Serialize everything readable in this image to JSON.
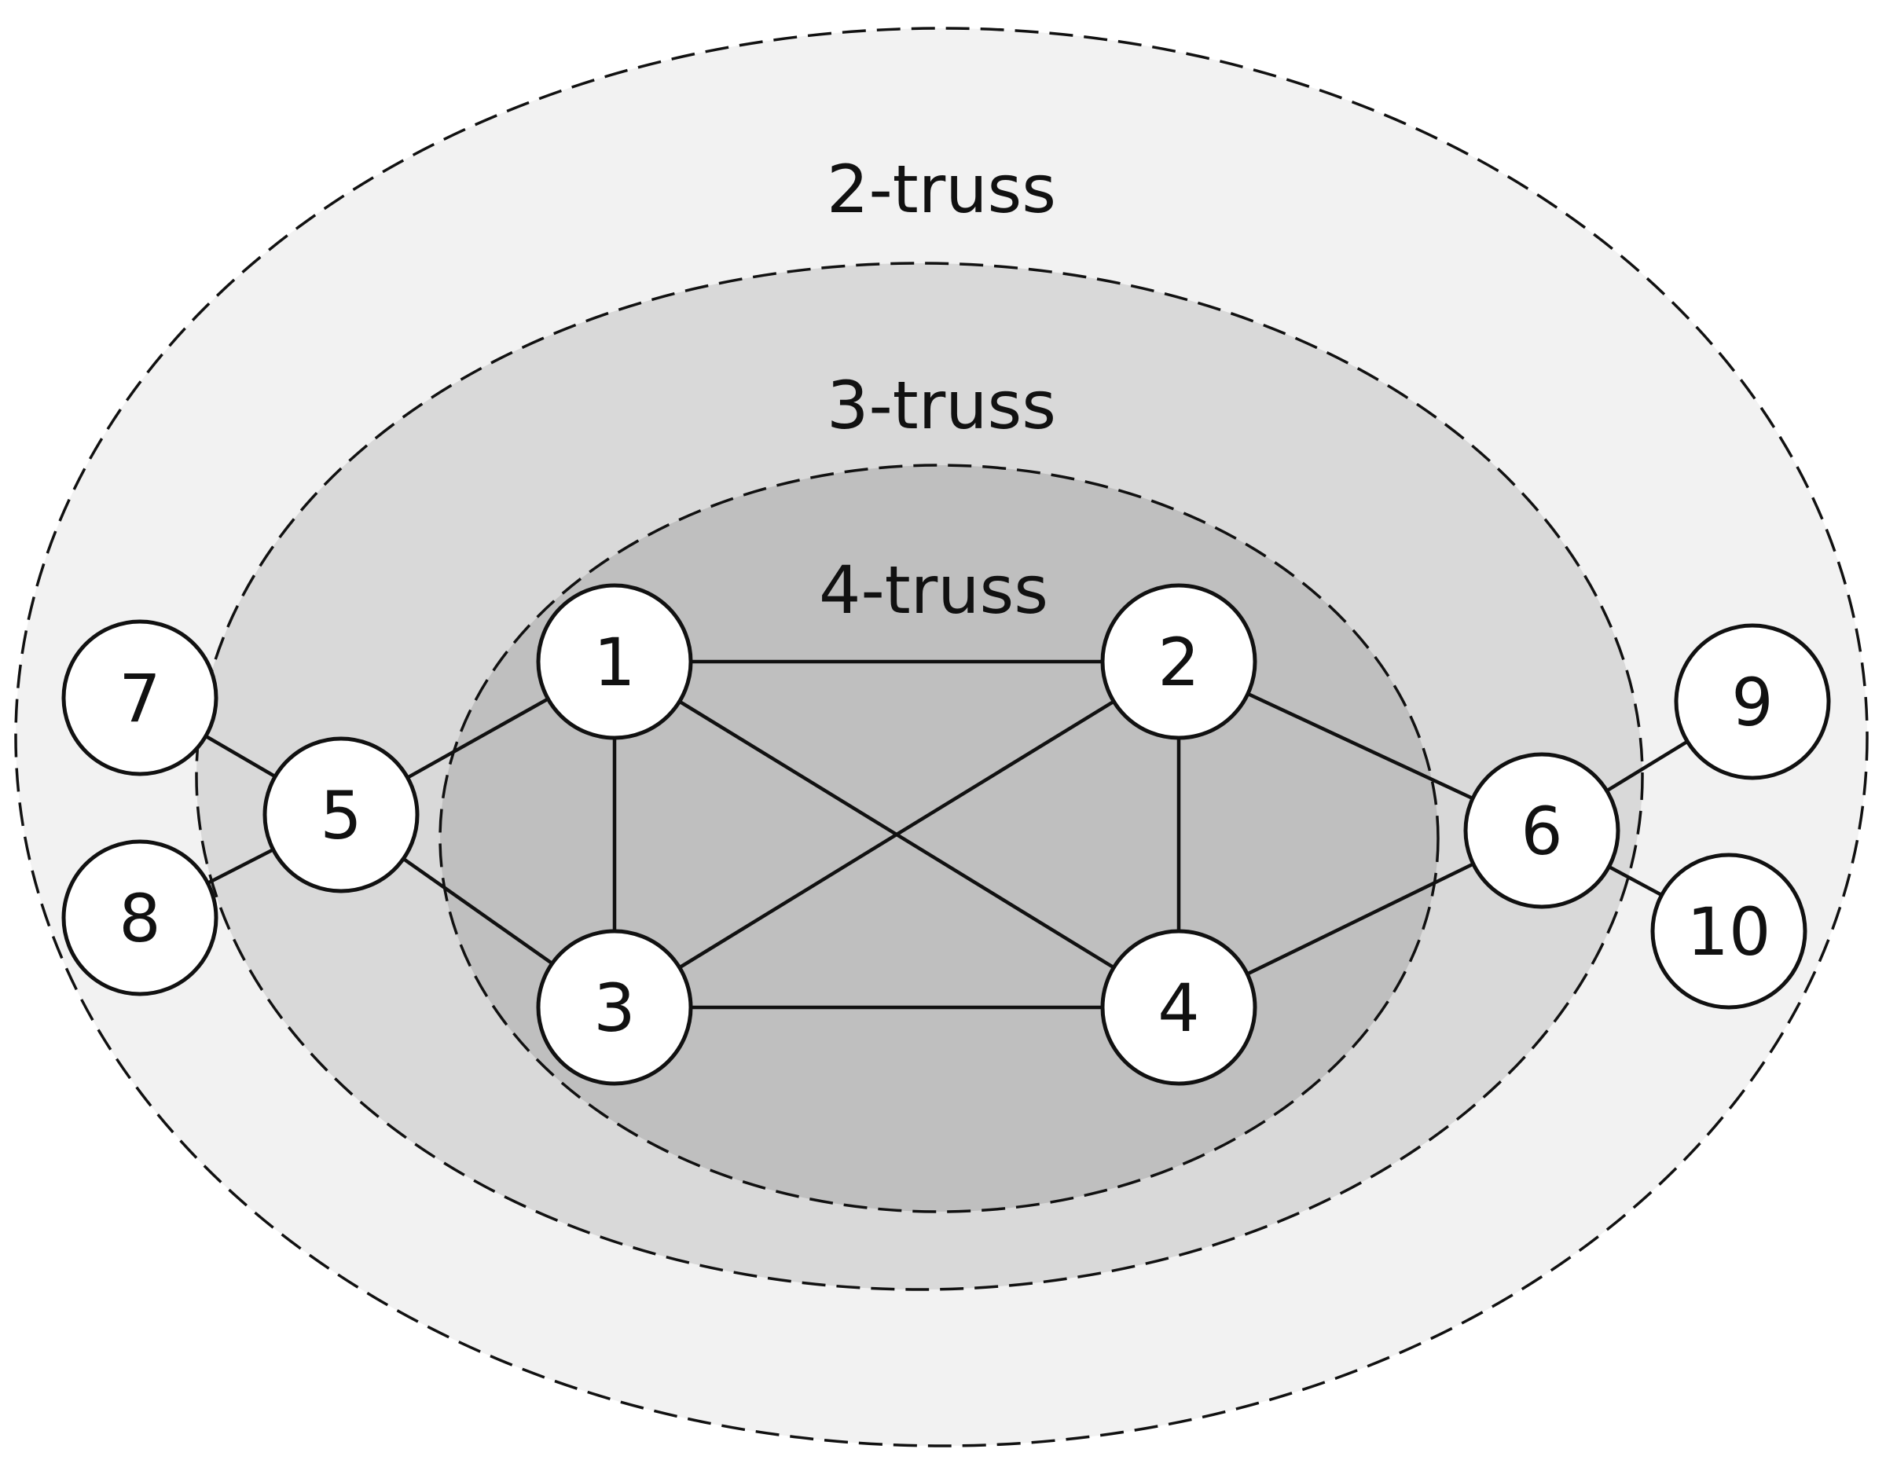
{
  "regions": [
    {
      "id": "outer",
      "label": "2-truss",
      "fill": "#f2f2f2"
    },
    {
      "id": "middle",
      "label": "3-truss",
      "fill": "#d9d9d9"
    },
    {
      "id": "inner",
      "label": "4-truss",
      "fill": "#bfbfbf"
    }
  ],
  "nodes": [
    {
      "id": "1",
      "label": "1"
    },
    {
      "id": "2",
      "label": "2"
    },
    {
      "id": "3",
      "label": "3"
    },
    {
      "id": "4",
      "label": "4"
    },
    {
      "id": "5",
      "label": "5"
    },
    {
      "id": "6",
      "label": "6"
    },
    {
      "id": "7",
      "label": "7"
    },
    {
      "id": "8",
      "label": "8"
    },
    {
      "id": "9",
      "label": "9"
    },
    {
      "id": "10",
      "label": "10"
    }
  ],
  "edges": [
    [
      "1",
      "2"
    ],
    [
      "1",
      "3"
    ],
    [
      "1",
      "4"
    ],
    [
      "2",
      "3"
    ],
    [
      "2",
      "4"
    ],
    [
      "3",
      "4"
    ],
    [
      "1",
      "5"
    ],
    [
      "3",
      "5"
    ],
    [
      "2",
      "6"
    ],
    [
      "4",
      "6"
    ],
    [
      "5",
      "7"
    ],
    [
      "5",
      "8"
    ],
    [
      "6",
      "9"
    ],
    [
      "6",
      "10"
    ]
  ]
}
